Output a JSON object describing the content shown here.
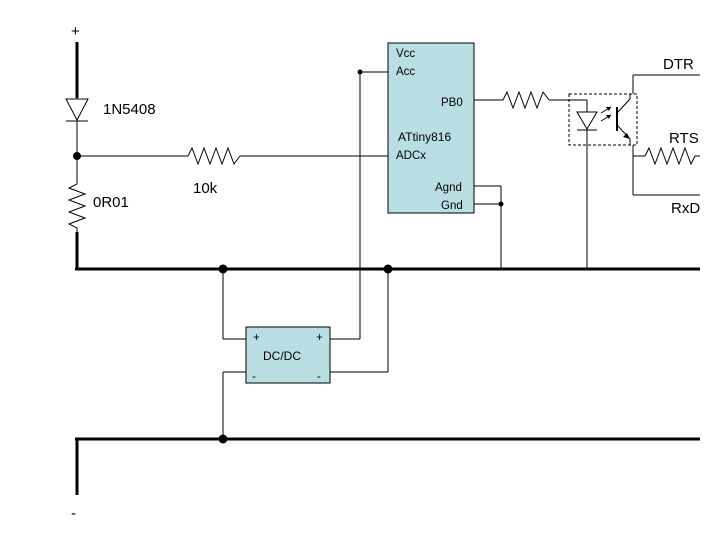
{
  "terminals": {
    "positive": "+",
    "negative": "-"
  },
  "components": {
    "diode": "1N5408",
    "shunt": "0R01",
    "resistor": "10k",
    "mcu": {
      "name": "ATtiny816",
      "pins": {
        "vcc": "Vcc",
        "acc": "Acc",
        "pb0": "PB0",
        "adc": "ADCx",
        "agnd": "Agnd",
        "gnd": "Gnd"
      }
    },
    "converter": {
      "name": "DC/DC",
      "in_plus": "+",
      "out_plus": "+",
      "in_minus": "-",
      "out_minus": "-"
    }
  },
  "serial_lines": {
    "dtr": "DTR",
    "rts": "RTS",
    "rxd": "RxD"
  },
  "colors": {
    "component_fill": "#b9dfe4",
    "line": "#000000"
  }
}
